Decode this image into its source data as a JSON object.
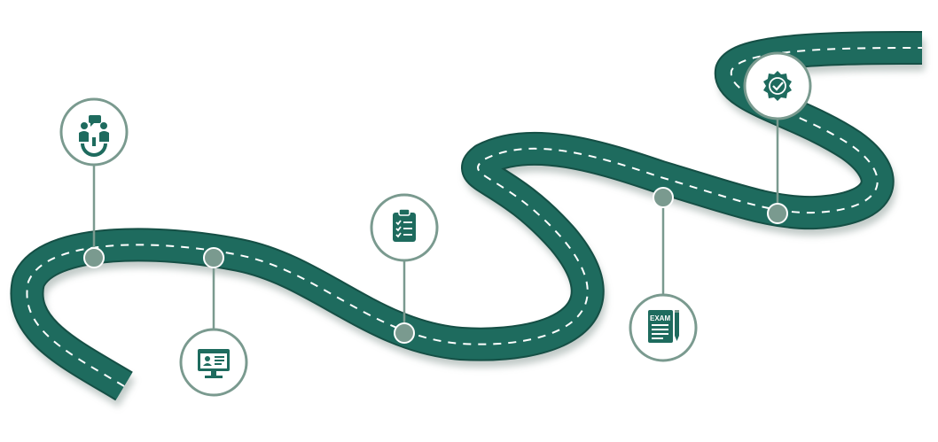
{
  "colors": {
    "road": "#1e6b5e",
    "road_edge": "#154f45",
    "road_shadow": "#9aa8a4",
    "lane_marking": "#ffffff",
    "connector": "#7a9a8f",
    "node_fill": "#7a9a8f",
    "node_stroke": "#ffffff",
    "badge_ring": "#7a9a8f",
    "icon": "#1e6b5e"
  },
  "milestones": [
    {
      "id": "interview",
      "icon": "team-meeting-icon"
    },
    {
      "id": "online-profile",
      "icon": "computer-profile-icon"
    },
    {
      "id": "checklist",
      "icon": "clipboard-checklist-icon"
    },
    {
      "id": "exam",
      "icon": "exam-paper-icon",
      "icon_text": "EXAM"
    },
    {
      "id": "certified",
      "icon": "verified-badge-icon"
    }
  ]
}
